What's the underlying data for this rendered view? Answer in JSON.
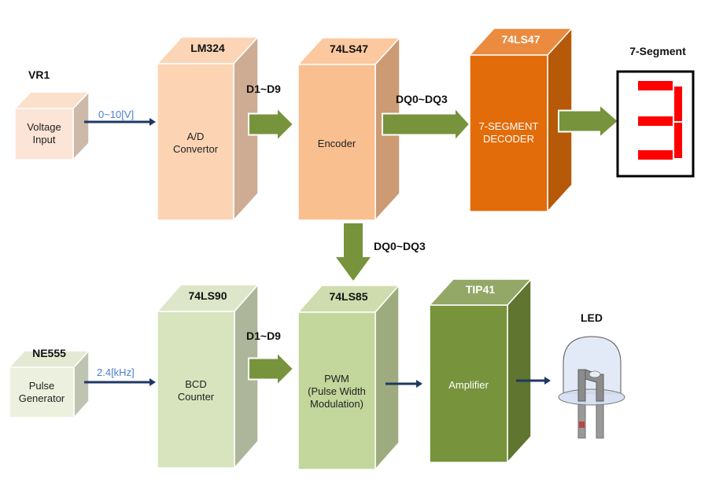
{
  "diagram": {
    "title": "",
    "nodes": [
      {
        "id": "vr1",
        "chip": "VR1",
        "lines": [
          "Voltage",
          "Input"
        ],
        "colors": {
          "front": "#fce4d6",
          "top": "#fbe0cc",
          "side": "#cdb9a9",
          "text": "#222222",
          "chip": "#111111"
        }
      },
      {
        "id": "lm324",
        "chip": "LM324",
        "lines": [
          "A/D",
          "Convertor"
        ],
        "colors": {
          "front": "#fcd4b4",
          "top": "#fcd5b6",
          "side": "#cdac93",
          "text": "#222222",
          "chip": "#111111"
        }
      },
      {
        "id": "encoder",
        "chip": "74LS47",
        "lines": [
          "Encoder"
        ],
        "colors": {
          "front": "#f9bf8f",
          "top": "#fbc89f",
          "side": "#cc9b73",
          "text": "#222222",
          "chip": "#111111"
        }
      },
      {
        "id": "decoder",
        "chip": "74LS47",
        "lines": [
          "7-SEGMENT",
          "DECODER"
        ],
        "colors": {
          "front": "#e36c0a",
          "top": "#eb8b3f",
          "side": "#b65909",
          "text": "#ffffff",
          "chip": "#ffffff"
        }
      },
      {
        "id": "ne555",
        "chip": "NE555",
        "lines": [
          "Pulse",
          "Generator"
        ],
        "colors": {
          "front": "#ebf1de",
          "top": "#e3e9d3",
          "side": "#bfc4b2",
          "text": "#222222",
          "chip": "#111111"
        }
      },
      {
        "id": "bcd",
        "chip": "74LS90",
        "lines": [
          "BCD",
          "Counter"
        ],
        "colors": {
          "front": "#d7e4bd",
          "top": "#dde6c8",
          "side": "#adb69a",
          "text": "#222222",
          "chip": "#111111"
        }
      },
      {
        "id": "pwm",
        "chip": "74LS85",
        "lines": [
          "PWM",
          "(Pulse Width",
          "Modulation)"
        ],
        "colors": {
          "front": "#c3d69b",
          "top": "#cfdcae",
          "side": "#9dab7e",
          "text": "#222222",
          "chip": "#111111"
        }
      },
      {
        "id": "amp",
        "chip": "TIP41",
        "lines": [
          "Amplifier"
        ],
        "colors": {
          "front": "#77933c",
          "top": "#93a866",
          "side": "#5f7530",
          "text": "#ffffff",
          "chip": "#ffffff"
        }
      }
    ],
    "signals": [
      {
        "id": "sig-vr",
        "label": "0~10[V]",
        "kind": "thin"
      },
      {
        "id": "sig-adc",
        "label": "D1~D9",
        "kind": "block"
      },
      {
        "id": "sig-enc",
        "label": "DQ0~DQ3",
        "kind": "block"
      },
      {
        "id": "sig-dec",
        "label": "",
        "kind": "block"
      },
      {
        "id": "sig-down",
        "label": "DQ0~DQ3",
        "kind": "block"
      },
      {
        "id": "sig-555",
        "label": "2.4[kHz]",
        "kind": "thin"
      },
      {
        "id": "sig-bcd",
        "label": "D1~D9",
        "kind": "block"
      },
      {
        "id": "sig-pwm",
        "label": "",
        "kind": "thin"
      },
      {
        "id": "sig-amp",
        "label": "",
        "kind": "thin"
      }
    ],
    "outputs": {
      "seven_segment": {
        "label": "7-Segment",
        "digit": "3",
        "segment_color": "#ff0000"
      },
      "led": {
        "label": "LED"
      }
    },
    "colors": {
      "block_arrow": "#77933c",
      "thin_arrow": "#1f3864",
      "signal_text": "#4a7fd0"
    }
  }
}
